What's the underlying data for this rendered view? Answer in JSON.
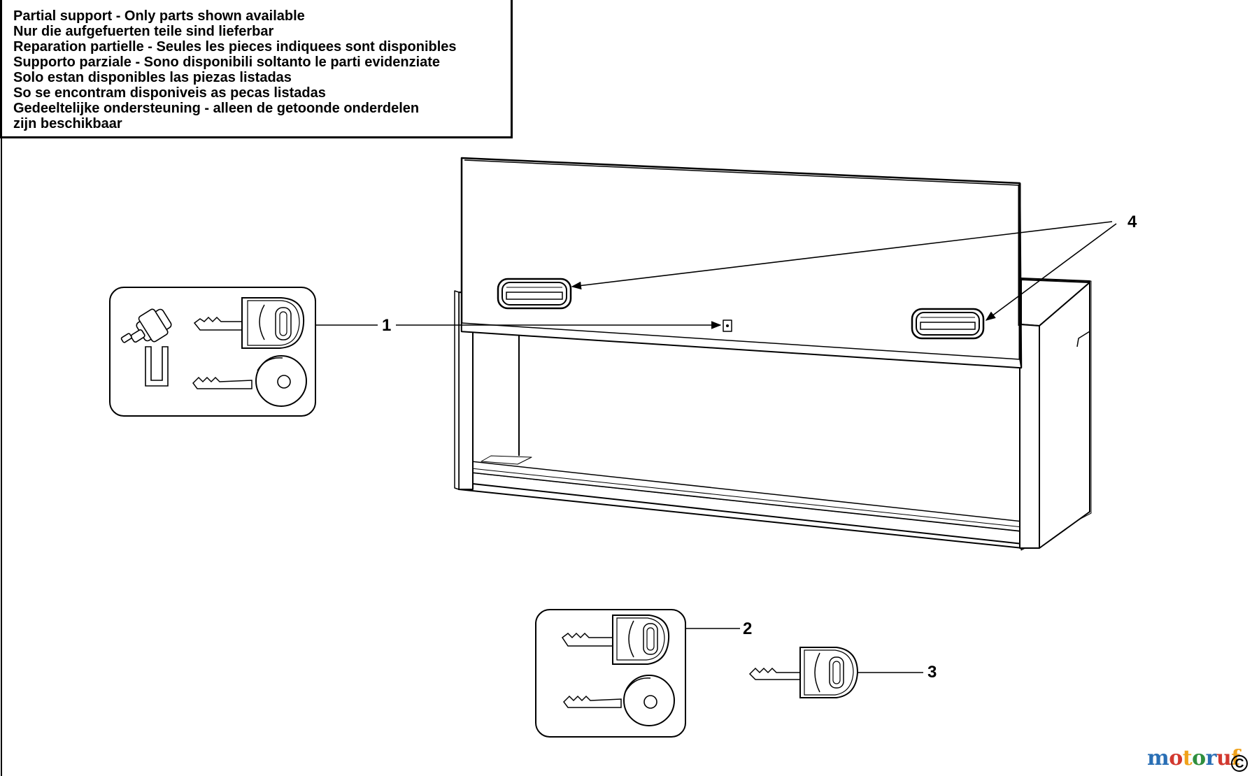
{
  "notice": {
    "lines": [
      "Partial support - Only parts shown available",
      "Nur die aufgefuerten teile sind lieferbar",
      "Reparation partielle - Seules les pieces indiquees sont disponibles",
      "Supporto parziale - Sono disponibili soltanto le parti evidenziate",
      "Solo estan disponibles las piezas listadas",
      "So se encontram disponiveis as pecas listadas",
      "Gedeeltelijke ondersteuning - alleen de getoonde onderdelen",
      "zijn beschikbaar"
    ]
  },
  "callouts": {
    "part1": "1",
    "part2": "2",
    "part3": "3",
    "part4": "4"
  },
  "watermark": {
    "letters": [
      "m",
      "o",
      "t",
      "o",
      "r",
      "u",
      "f"
    ],
    "colors": [
      "#2a6fb5",
      "#d2382f",
      "#f0a21b",
      "#2f8f3e",
      "#2a6fb5",
      "#d2382f",
      "#f0a21b"
    ],
    "copyright": "C"
  },
  "icons": {
    "lock_kit": "lock-cylinder-and-keys-icon",
    "key_pair": "key-pair-icon",
    "single_key": "key-icon",
    "cabinet": "tool-cabinet-lid-icon",
    "handle": "lid-handle-icon"
  }
}
